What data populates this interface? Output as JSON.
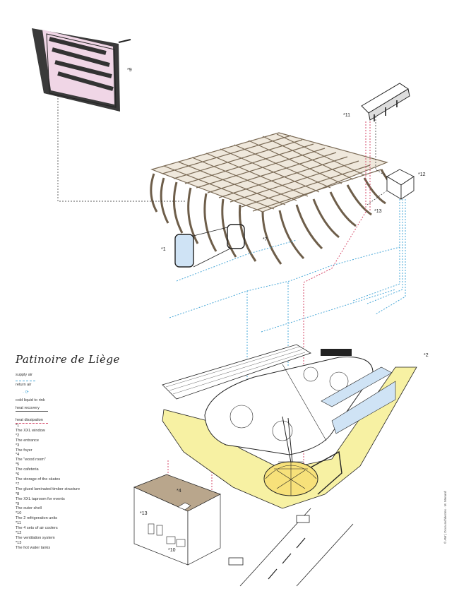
{
  "title": "Patinoire de Liège",
  "legend": [
    {
      "key": "supply",
      "label": "supply air"
    },
    {
      "key": "return",
      "label": "return air"
    },
    {
      "key": "cold",
      "label": "cold liquid to rink"
    },
    {
      "key": "recovery",
      "label": "heat recovery"
    },
    {
      "key": "dissipation",
      "label": "heat dissipation"
    }
  ],
  "notes": [
    {
      "num": "*1",
      "text": "The XXL window"
    },
    {
      "num": "*2",
      "text": "The entrance"
    },
    {
      "num": "*3",
      "text": "The foyer"
    },
    {
      "num": "*4",
      "text": "The \"wood room\""
    },
    {
      "num": "*5",
      "text": "The cafeteria"
    },
    {
      "num": "*6",
      "text": "The storage of the skates"
    },
    {
      "num": "*7",
      "text": "The glued laminated timber structure"
    },
    {
      "num": "*8",
      "text": "The XXL taproom for events"
    },
    {
      "num": "*9",
      "text": "The outer shell"
    },
    {
      "num": "*10",
      "text": "The 2 refrigeration units"
    },
    {
      "num": "*11",
      "text": "The 4 sets of air coolers"
    },
    {
      "num": "*12",
      "text": "The ventilation system"
    },
    {
      "num": "*13",
      "text": "The hot water tanks"
    }
  ],
  "callouts": {
    "c1": "*1",
    "c2": "*2",
    "c4": "*4",
    "c7": "*7",
    "c9": "*9",
    "c10": "*10",
    "c11": "*11",
    "c12": "*12",
    "c13a": "*13",
    "c13b": "*13"
  },
  "credit": "© AW | Ocoa architectes · M. Menard",
  "colors": {
    "wood": "#d8cfc0",
    "yellow": "#f7f1a3",
    "pink": "#f0d6e6",
    "supply_air": "#4aa8d8",
    "heat_dissipation": "#d64a6a",
    "glass": "#cfe3f5"
  }
}
